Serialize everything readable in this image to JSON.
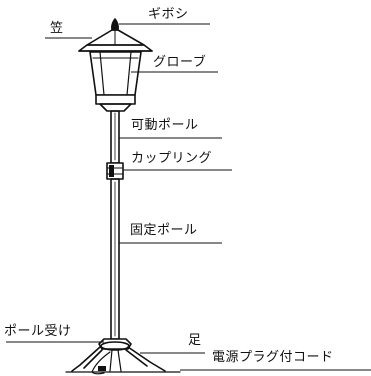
{
  "diagram": {
    "labels": {
      "finial": "ギボシ",
      "hood": "笠",
      "globe": "グローブ",
      "movable_pole": "可動ポール",
      "coupling": "カップリング",
      "fixed_pole": "固定ポール",
      "pole_receiver": "ポール受け",
      "leg": "足",
      "power_cord": "電源プラグ付コード"
    },
    "colors": {
      "ink": "#111111",
      "background": "#ffffff"
    }
  }
}
